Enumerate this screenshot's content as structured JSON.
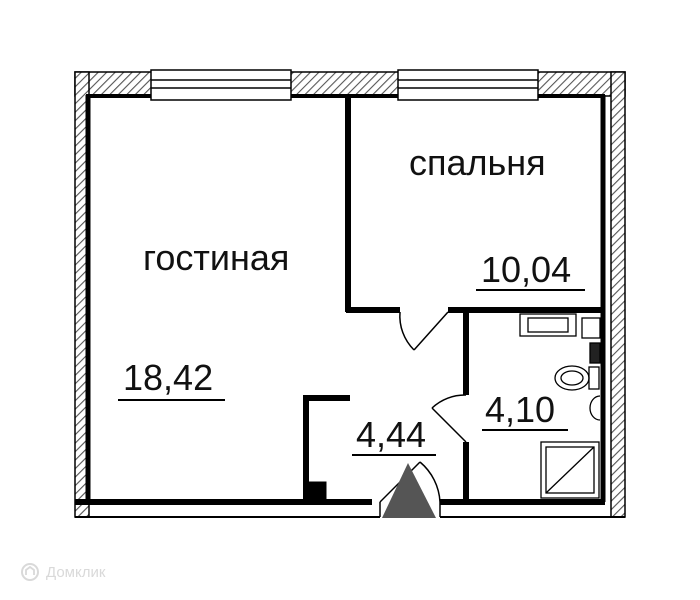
{
  "rooms": {
    "living": {
      "name": "гостиная",
      "area": "18,42"
    },
    "bedroom": {
      "name": "спальня",
      "area": "10,04"
    },
    "hall": {
      "area": "4,44"
    },
    "bathroom": {
      "area": "4,10"
    }
  },
  "watermark": {
    "text": "Домклик"
  },
  "colors": {
    "wall": "#000000",
    "hatch": "#555555",
    "entrance": "#555555",
    "watermark": "#d9d9d9"
  },
  "icons": [
    "entrance-triangle-icon",
    "toilet-icon",
    "sink-icon",
    "shower-tray-icon",
    "bathtub-fixture-icon",
    "domclick-logo-icon"
  ]
}
